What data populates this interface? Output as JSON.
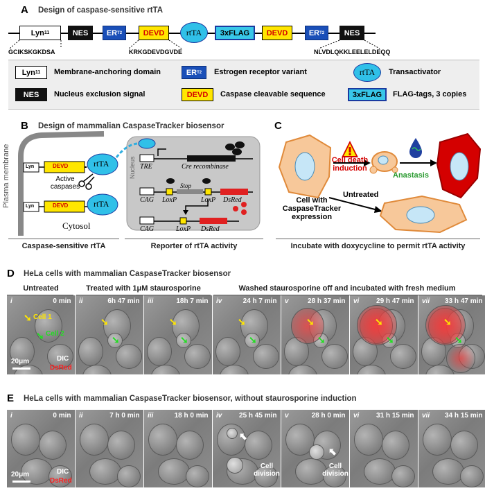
{
  "panelA": {
    "label": "A",
    "title": "Design of caspase-sensitive rtTA",
    "construct": {
      "lyn": "Lyn",
      "lyn_sub": "11",
      "nes1": "NES",
      "er1": "ER",
      "er_sup": "T2",
      "devd1": "DEVD",
      "rtta": "rtTA",
      "flag": "3xFLAG",
      "devd2": "DEVD",
      "er2": "ER",
      "nes2": "NES"
    },
    "sequences": {
      "lyn_seq": "GCIKSKGKDSA",
      "devd_seq": "KRKGDEVDGVDE",
      "nes_seq": "NLVDLQKKLEELELDEQQ"
    },
    "legend": [
      {
        "key": "Lyn",
        "text": "Membrane-anchoring domain"
      },
      {
        "key": "ER",
        "text": "Estrogen receptor variant"
      },
      {
        "key": "rtTA",
        "text": "Transactivator"
      },
      {
        "key": "NES",
        "text": "Nucleus exclusion signal"
      },
      {
        "key": "DEVD",
        "text": "Caspase cleavable sequence"
      },
      {
        "key": "3xFLAG",
        "text": "FLAG-tags, 3 copies"
      }
    ]
  },
  "panelB": {
    "label": "B",
    "title": "Design of mammalian CaspaseTracker biosensor",
    "plasma_membrane": "Plasma membrane",
    "nucleus": "Nucleus",
    "lyn": "Lyn",
    "devd": "DEVD",
    "rtta": "rtTA",
    "active_caspases": "Active caspases",
    "cytosol": "Cytosol",
    "tre": "TRE",
    "cre": "Cre recombinase",
    "cag": "CAG",
    "loxp": "LoxP",
    "stop": "Stop",
    "dsred": "DsRed",
    "caption_left": "Caspase-sensitive rtTA",
    "caption_right": "Reporter of rtTA activity"
  },
  "panelC": {
    "label": "C",
    "cell_death": "Cell death induction",
    "anastasis": "Anastasis",
    "untreated": "Untreated",
    "cell_with": "Cell with CaspaseTracker expression",
    "caption": "Incubate with doxycycline to permit rtTA activity"
  },
  "panelD": {
    "label": "D",
    "title": "HeLa cells with mammalian CaspaseTracker biosensor",
    "group_untreated": "Untreated",
    "group_treated": "Treated with 1μM staurosporine",
    "group_washed": "Washed staurosporine off and incubated with fresh medium",
    "frames": [
      {
        "id": "i",
        "time": "0 min"
      },
      {
        "id": "ii",
        "time": "6h 47 min"
      },
      {
        "id": "iii",
        "time": "18h 7 min"
      },
      {
        "id": "iv",
        "time": "24 h 7 min"
      },
      {
        "id": "v",
        "time": "28 h 37 min"
      },
      {
        "id": "vi",
        "time": "29 h 47 min"
      },
      {
        "id": "vii",
        "time": "33 h 47 min"
      }
    ],
    "cell1": "Cell 1",
    "cell2": "Cell 2",
    "scale": "20μm",
    "dic": "DIC",
    "dsred": "DsRed"
  },
  "panelE": {
    "label": "E",
    "title": "HeLa cells with mammalian CaspaseTracker biosensor, without staurosporine induction",
    "frames": [
      {
        "id": "i",
        "time": "0 min"
      },
      {
        "id": "ii",
        "time": "7 h 0 min"
      },
      {
        "id": "iii",
        "time": "18 h 0 min"
      },
      {
        "id": "iv",
        "time": "25 h 45 min"
      },
      {
        "id": "v",
        "time": "28 h 0 min"
      },
      {
        "id": "vi",
        "time": "31 h 15 min"
      },
      {
        "id": "vii",
        "time": "34 h 15 min"
      }
    ],
    "division": "Cell division",
    "scale": "20μm",
    "dic": "DIC",
    "dsred": "DsRed"
  },
  "colors": {
    "nes": "#111111",
    "er": "#1a4fb8",
    "devd_fill": "#ffe600",
    "devd_text": "#d40000",
    "flag": "#38c7e8",
    "rtta": "#30c0e8",
    "cell_fill": "#f7c89a",
    "cell_stroke": "#e08a3a",
    "dead_cell": "#d40000",
    "nucleus_fill": "#c6e6f7",
    "dsred": "#e02020"
  }
}
